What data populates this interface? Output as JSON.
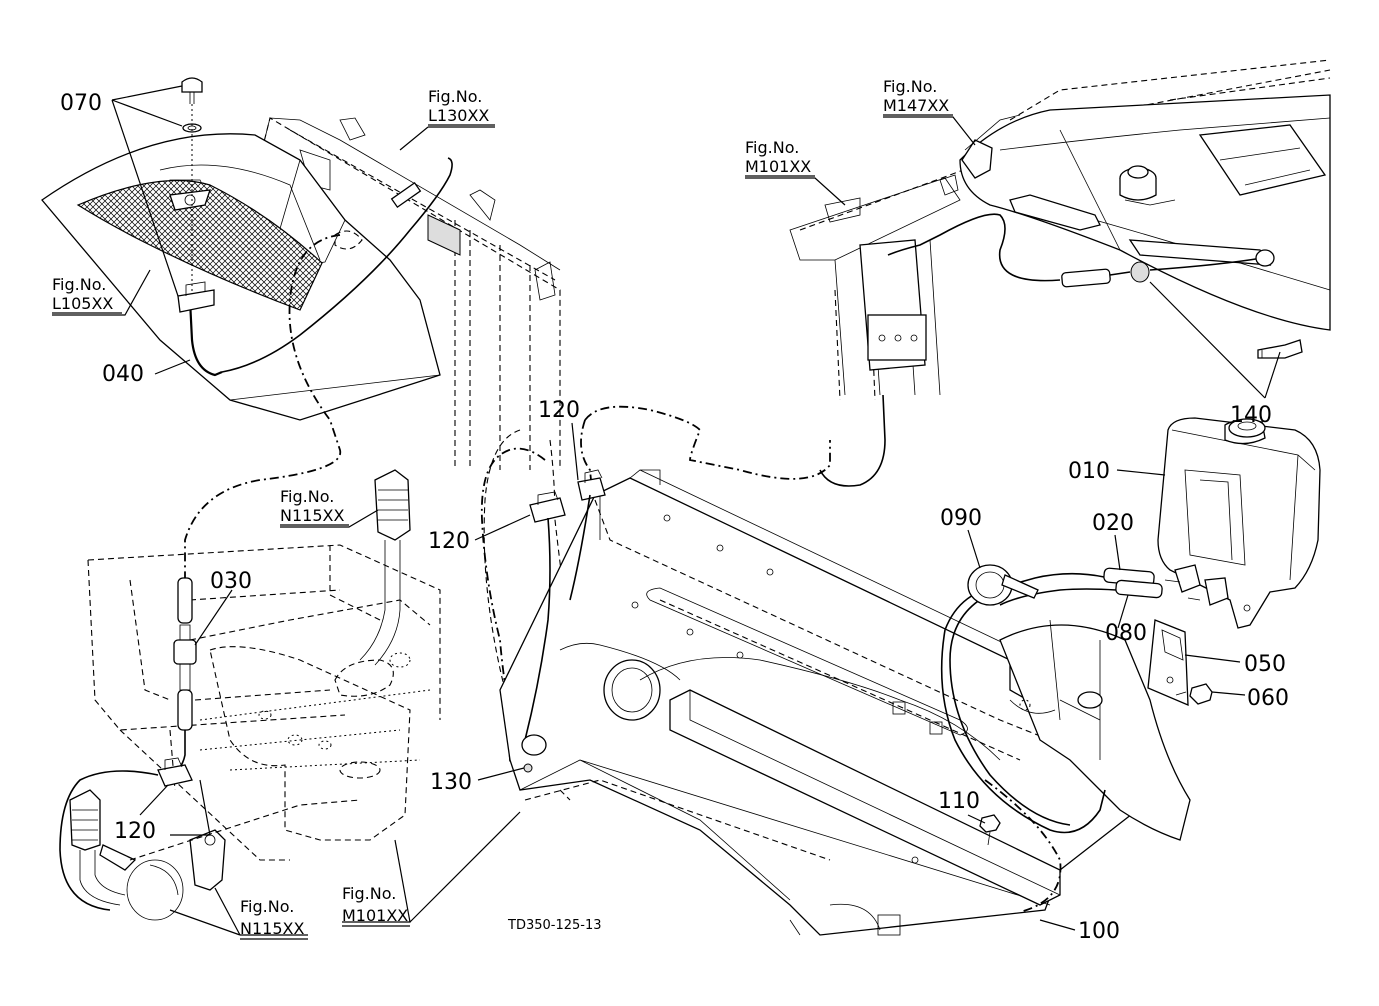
{
  "diagram": {
    "drawing_code": "TD350-125-13",
    "part_labels": {
      "p010": "010",
      "p020": "020",
      "p030": "030",
      "p040": "040",
      "p050": "050",
      "p060": "060",
      "p070": "070",
      "p080": "080",
      "p090": "090",
      "p100": "100",
      "p110": "110",
      "p120a": "120",
      "p120b": "120",
      "p120c": "120",
      "p130": "130",
      "p140": "140"
    },
    "figure_refs": {
      "fig_caption": "Fig.No.",
      "l130": "L130XX",
      "l105": "L105XX",
      "m147": "M147XX",
      "m101_top": "M101XX",
      "n115_mid": "N115XX",
      "n115_bottom": "N115XX",
      "m101_bottom": "M101XX"
    }
  }
}
